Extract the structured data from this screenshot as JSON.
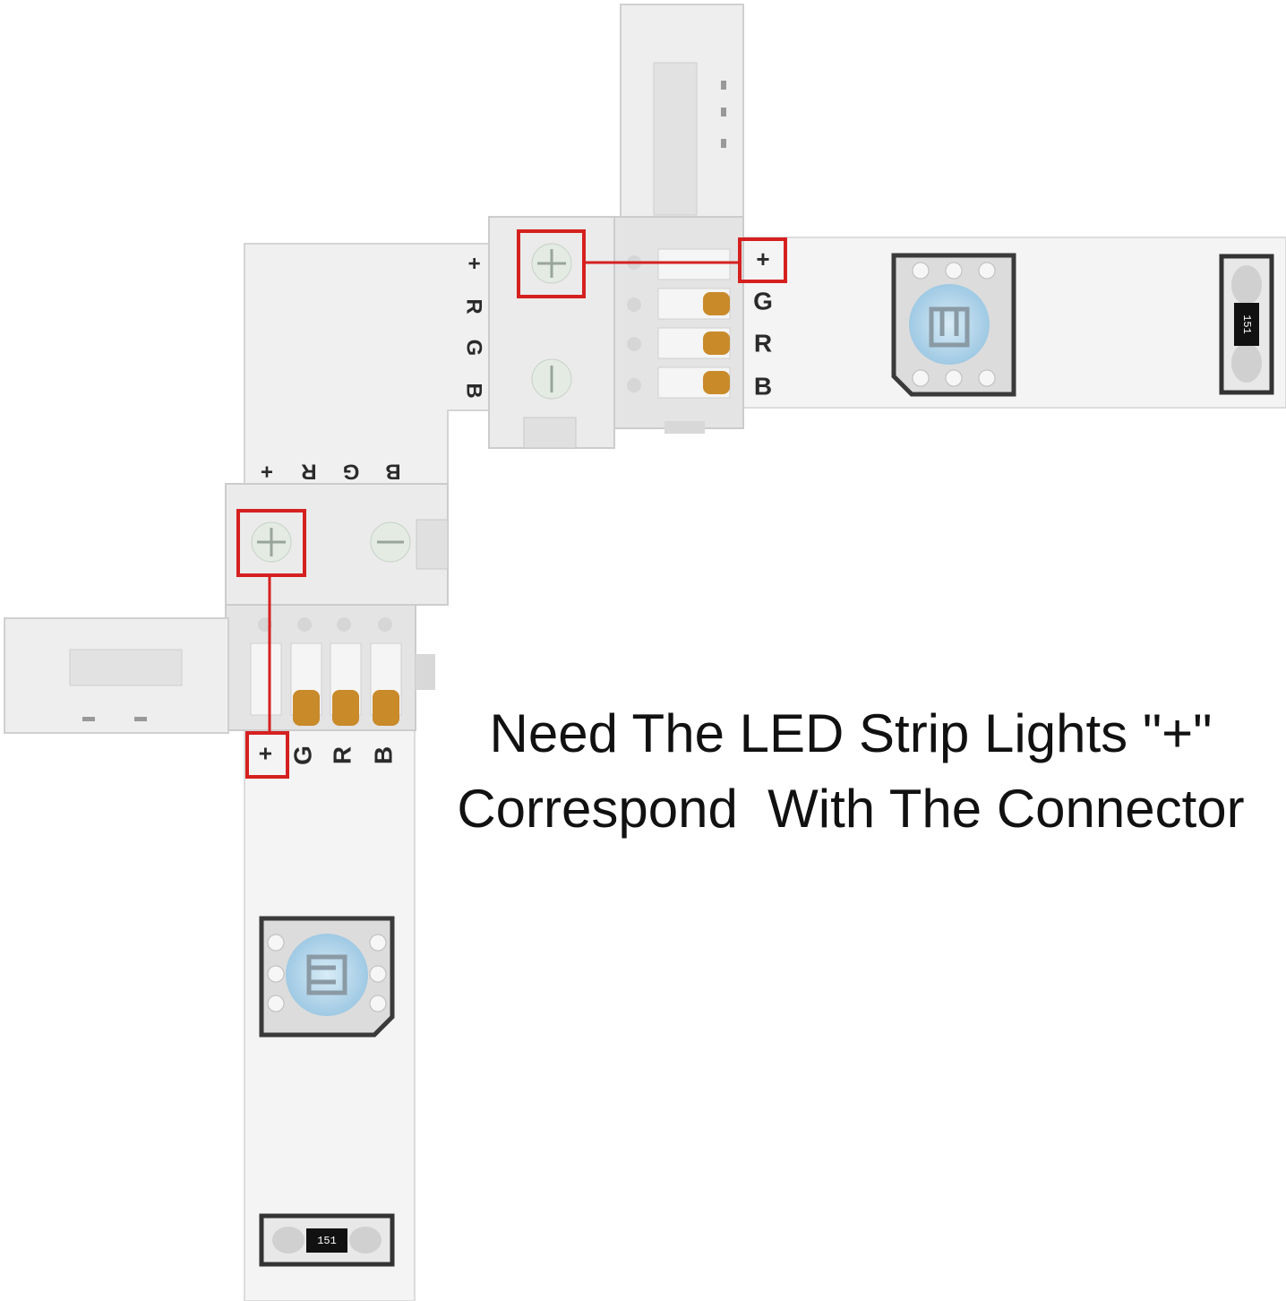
{
  "caption": {
    "line1": "Need The LED Strip Lights \"+\"",
    "line2": "Correspond  With The Connector"
  },
  "connector_labels": {
    "plus": "+",
    "green": "G",
    "red": "R",
    "blue": "B"
  },
  "terminal_symbols": {
    "plus": "⊕",
    "minus": "⊖"
  },
  "chip_text": "151",
  "colors": {
    "highlight": "#d62020",
    "strip": "#f4f4f4",
    "connector": "#e9e9e9",
    "copper_pad": "#c98a2a",
    "led_body": "#d9d9d9",
    "chip": "#111111"
  }
}
